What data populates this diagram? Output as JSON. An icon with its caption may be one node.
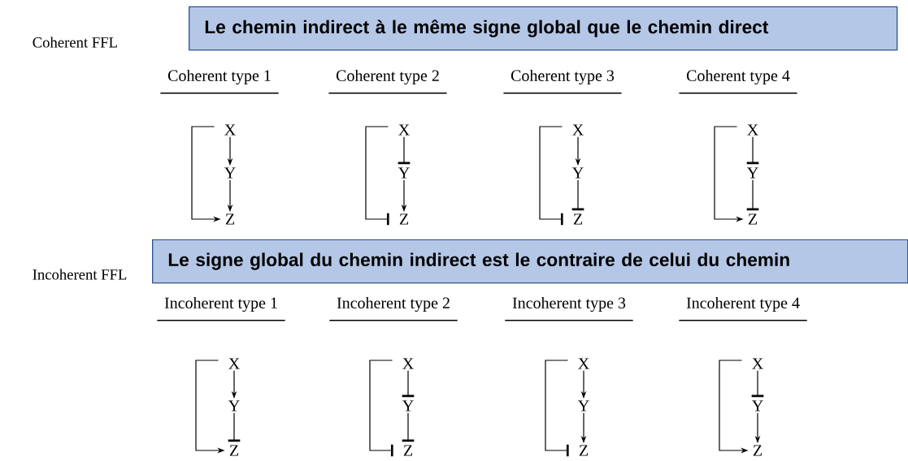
{
  "diagram": {
    "nodes": [
      {
        "text": [
          "Le chemin indirect à le même signe global que le chemin direct"
        ]
      },
      {
        "text": [
          "X"
        ]
      },
      {
        "text": [
          "Y"
        ]
      },
      {
        "text": [
          "Z"
        ]
      },
      {
        "text": [
          "X"
        ]
      },
      {
        "text": [
          "Y"
        ]
      },
      {
        "text": [
          "Z"
        ]
      },
      {
        "text": [
          "X"
        ]
      },
      {
        "text": [
          "Y"
        ]
      },
      {
        "text": [
          "Z"
        ]
      },
      {
        "text": [
          "X"
        ]
      },
      {
        "text": [
          "Y"
        ]
      },
      {
        "text": [
          "Z"
        ]
      },
      {
        "text": [
          "Le signe global du chemin indirect est le contraire de celui du chemin"
        ]
      },
      {
        "text": [
          "X"
        ]
      },
      {
        "text": [
          "Y"
        ]
      },
      {
        "text": [
          "Z"
        ]
      },
      {
        "text": [
          "X"
        ]
      },
      {
        "text": [
          "Y"
        ]
      },
      {
        "text": [
          "Z"
        ]
      },
      {
        "text": [
          "X"
        ]
      },
      {
        "text": [
          "Y"
        ]
      },
      {
        "text": [
          "Z"
        ]
      },
      {
        "text": [
          "X"
        ]
      },
      {
        "text": [
          "Y"
        ]
      },
      {
        "text": [
          "Z"
        ]
      }
    ],
    "edges": [
      {
        "from": 1,
        "to": 2,
        "arrow": "to"
      },
      {
        "from": 2,
        "to": 3,
        "arrow": "to"
      },
      {
        "from": 1,
        "to": 3,
        "arrow": "to"
      },
      {
        "from": 4,
        "to": 5,
        "arrow": "other"
      },
      {
        "from": 5,
        "to": 6,
        "arrow": "to"
      },
      {
        "from": 4,
        "to": 6,
        "arrow": "other"
      },
      {
        "from": 7,
        "to": 8,
        "arrow": "to"
      },
      {
        "from": 8,
        "to": 9,
        "arrow": "other"
      },
      {
        "from": 7,
        "to": 9,
        "arrow": "other"
      },
      {
        "from": 10,
        "to": 11,
        "arrow": "other"
      },
      {
        "from": 11,
        "to": 12,
        "arrow": "other"
      },
      {
        "from": 10,
        "to": 12,
        "arrow": "to"
      },
      {
        "from": 14,
        "to": 15,
        "arrow": "to"
      },
      {
        "from": 15,
        "to": 16,
        "arrow": "other"
      },
      {
        "from": 14,
        "to": 16,
        "arrow": "to"
      },
      {
        "from": 17,
        "to": 18,
        "arrow": "other"
      },
      {
        "from": 18,
        "to": 19,
        "arrow": "other"
      },
      {
        "from": 17,
        "to": 19,
        "arrow": "other"
      },
      {
        "from": 20,
        "to": 21,
        "arrow": "to"
      },
      {
        "from": 21,
        "to": 22,
        "arrow": "to"
      },
      {
        "from": 20,
        "to": 22,
        "arrow": "other"
      },
      {
        "from": 23,
        "to": 24,
        "arrow": "other"
      },
      {
        "from": 24,
        "to": 25,
        "arrow": "to"
      },
      {
        "from": 23,
        "to": 25,
        "arrow": "to"
      }
    ],
    "labels": [
      "Coherent FFL",
      "Coherent type 1",
      "Coherent type 2",
      "Coherent type 3",
      "Coherent type 4",
      "Incoherent FFL",
      "Incoherent type 1",
      "Incoherent type 2",
      "Incoherent type 3",
      "Incoherent type 4"
    ]
  }
}
